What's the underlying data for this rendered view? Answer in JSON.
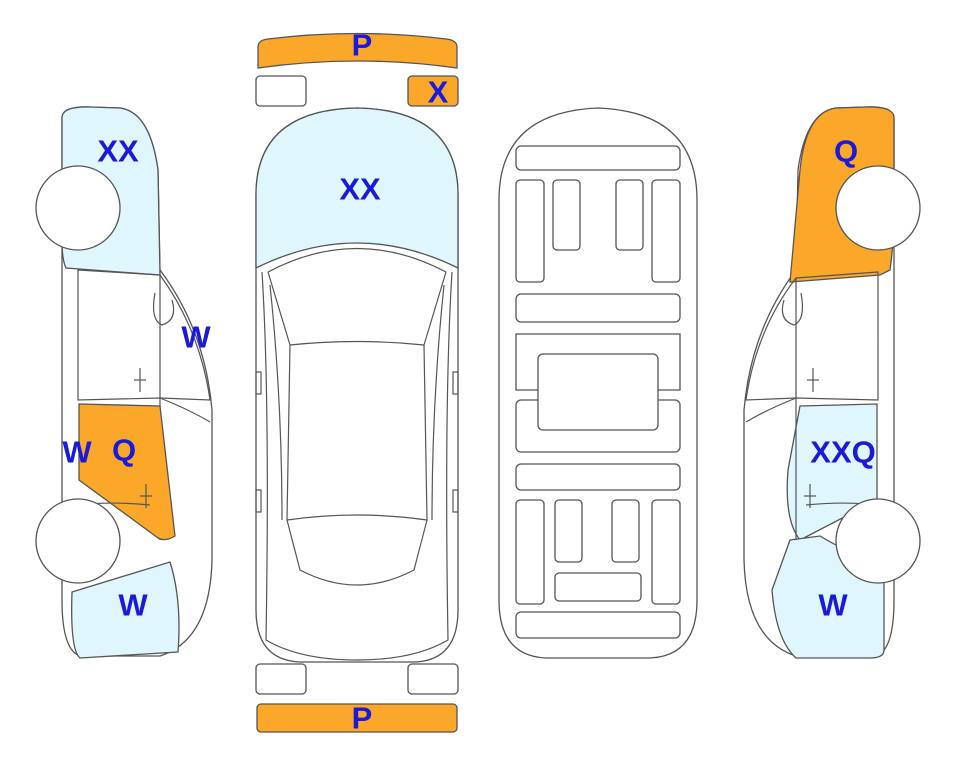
{
  "colors": {
    "paint": "#fba82a",
    "light": "#dff6fc",
    "outline": "#555555",
    "label": "#1a1adb"
  },
  "parts": {
    "front_bumper": {
      "fill": "paint"
    },
    "front_lamp_left": {
      "fill": "none"
    },
    "front_lamp_right": {
      "fill": "paint"
    },
    "hood": {
      "fill": "light"
    },
    "rear_lamp_left": {
      "fill": "none"
    },
    "rear_lamp_right": {
      "fill": "none"
    },
    "rear_bumper": {
      "fill": "paint"
    },
    "left_rear_quarter": {
      "fill": "light"
    },
    "left_rear_door": {
      "fill": "paint"
    },
    "left_front_fender": {
      "fill": "light"
    },
    "right_rear_quarter": {
      "fill": "paint"
    },
    "right_front_door": {
      "fill": "light"
    },
    "right_front_fender": {
      "fill": "light"
    }
  },
  "labels": {
    "front_bumper": "P",
    "front_lamp_right": "X",
    "hood": "XX",
    "rear_bumper": "P",
    "left_rear_quarter": "XX",
    "left_pillar": "W",
    "left_sill": "W",
    "left_rear_door": "Q",
    "left_front_fender": "W",
    "right_rear_quarter": "Q",
    "right_front_door": "XXQ",
    "right_front_fender": "W"
  }
}
